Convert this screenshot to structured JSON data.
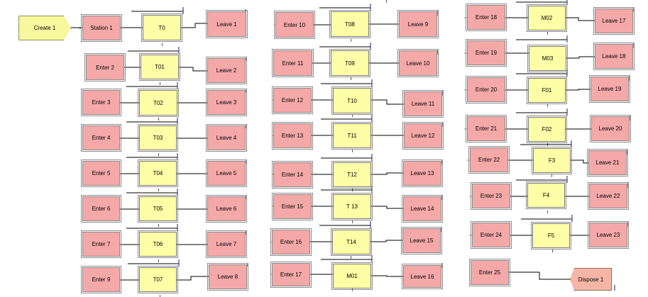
{
  "colors": {
    "enter_leave_fill": "#f5a8a8",
    "process_fill": "#fefea6",
    "connector": "#000000",
    "resource_line": "#1a1a80"
  },
  "modules": {
    "create": "Create 1",
    "station": "Station 1",
    "dispose": "Dispose 1",
    "col1": [
      {
        "enter": "Station 1",
        "process": "T0",
        "leave": "Leave 1"
      },
      {
        "enter": "Enter 2",
        "process": "T01",
        "leave": "Leave 2"
      },
      {
        "enter": "Enter 3",
        "process": "T02",
        "leave": "Leave 3"
      },
      {
        "enter": "Enter 4",
        "process": "T03",
        "leave": "Leave 4"
      },
      {
        "enter": "Enter 5",
        "process": "T04",
        "leave": "Leave 5"
      },
      {
        "enter": "Enter 6",
        "process": "T05",
        "leave": "Leave 6"
      },
      {
        "enter": "Enter 7",
        "process": "T06",
        "leave": "Leave 7"
      },
      {
        "enter": "Enter 9",
        "process": "T07",
        "leave": "Leave 8"
      }
    ],
    "col2": [
      {
        "enter": "Enter 10",
        "process": "T08",
        "leave": "Leave 9"
      },
      {
        "enter": "Enter 11",
        "process": "T09",
        "leave": "Leave 10"
      },
      {
        "enter": "Enter 12",
        "process": "T10",
        "leave": "Leave 11"
      },
      {
        "enter": "Enter 13",
        "process": "T11",
        "leave": "Leave 12"
      },
      {
        "enter": "Enter 14",
        "process": "T12",
        "leave": "Leave 13"
      },
      {
        "enter": "Enter 15",
        "process": "T 13",
        "leave": "Leave 14"
      },
      {
        "enter": "Enter 16",
        "process": "T14",
        "leave": "Leave 15"
      },
      {
        "enter": "Enter 17",
        "process": "M01",
        "leave": "Leave 16"
      }
    ],
    "col3": [
      {
        "enter": "Enter 18",
        "process": "M02",
        "leave": "Leave 17"
      },
      {
        "enter": "Enter 19",
        "process": "M03",
        "leave": "Leave 18"
      },
      {
        "enter": "Enter 20",
        "process": "F01",
        "leave": "Leave 19"
      },
      {
        "enter": "Enter 21",
        "process": "F02",
        "leave": "Leave 20"
      },
      {
        "enter": "Enter 22",
        "process": "F3",
        "leave": "Leave 21"
      },
      {
        "enter": "Enter 23",
        "process": "F4",
        "leave": "Leave 22"
      },
      {
        "enter": "Enter 24",
        "process": "F5",
        "leave": "Leave 23"
      }
    ],
    "enter25": "Enter 25"
  }
}
